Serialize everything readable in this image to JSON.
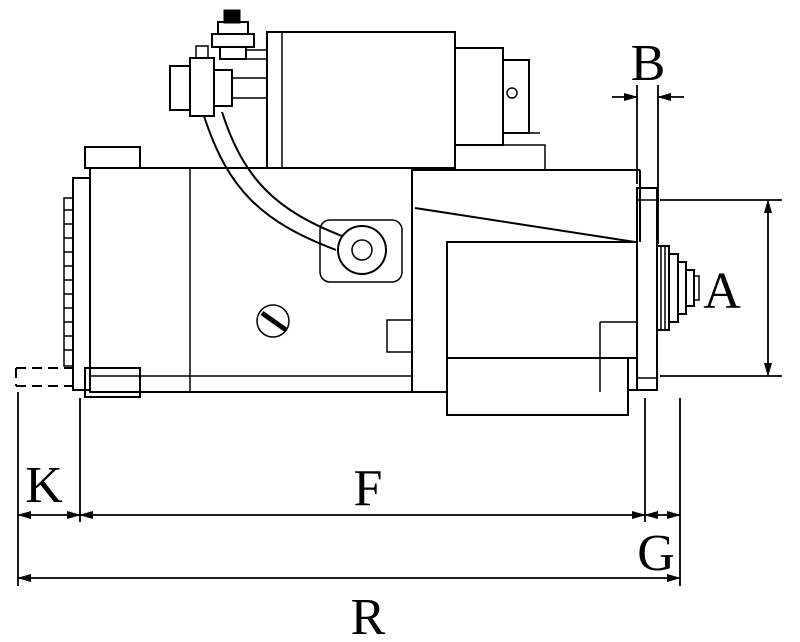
{
  "diagram": {
    "background_color": "#ffffff",
    "line_color": "#000000",
    "dimension_labels": {
      "A": "A",
      "B": "B",
      "F": "F",
      "G": "G",
      "K": "K",
      "R": "R"
    }
  }
}
